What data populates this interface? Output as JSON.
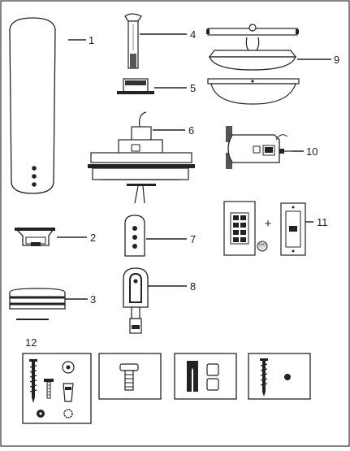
{
  "parts": [
    {
      "number": "1",
      "icon": "fan-blade"
    },
    {
      "number": "2",
      "icon": "blade-bracket"
    },
    {
      "number": "3",
      "icon": "canopy-ring"
    },
    {
      "number": "4",
      "icon": "downrod"
    },
    {
      "number": "5",
      "icon": "collar-cover"
    },
    {
      "number": "6",
      "icon": "motor-housing"
    },
    {
      "number": "7",
      "icon": "mounting-bracket"
    },
    {
      "number": "8",
      "icon": "hanger-ball-bracket"
    },
    {
      "number": "9",
      "icon": "light-kit-glass"
    },
    {
      "number": "10",
      "icon": "receiver"
    },
    {
      "number": "11",
      "icon": "wall-control"
    },
    {
      "number": "12",
      "icon": "hardware-bags"
    }
  ],
  "plus_sign": "+",
  "battery_label": "2032"
}
